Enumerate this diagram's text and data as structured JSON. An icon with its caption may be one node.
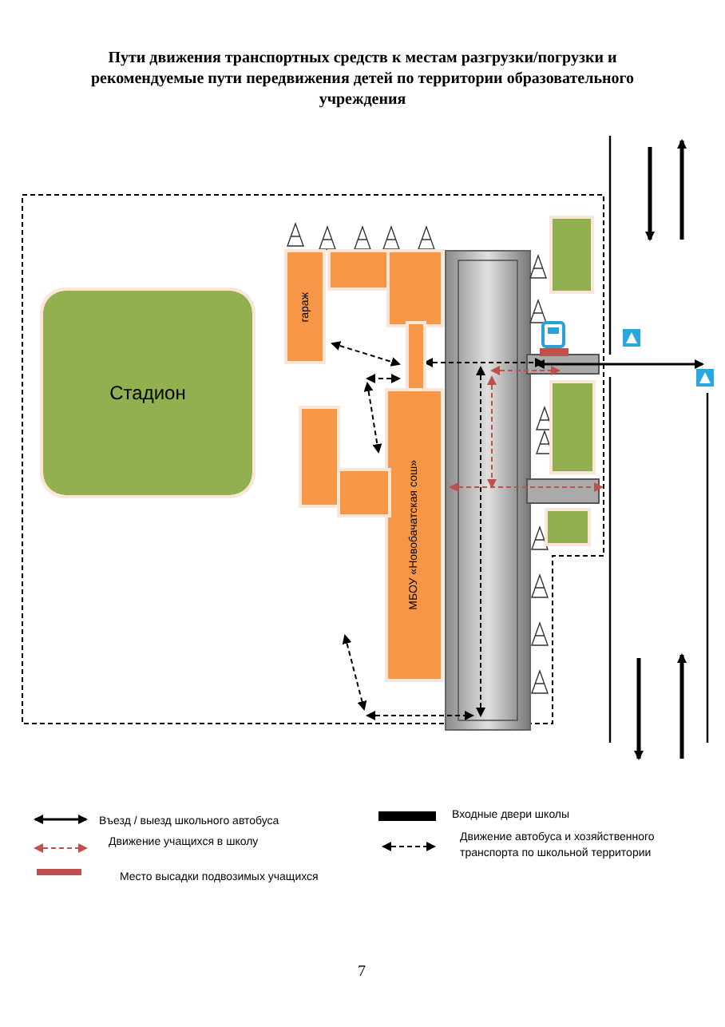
{
  "diagram": {
    "title": "Пути движения транспортных средств к местам разгрузки/погрузки и рекомендуемые пути передвижения детей по территории образовательного учреждения",
    "nodes": [
      {
        "text": [
          "Стадион"
        ]
      },
      {
        "text": [
          "гараж"
        ]
      },
      {
        "text": [],
        "shape": "box"
      },
      {
        "text": [],
        "shape": "box"
      },
      {
        "text": [],
        "shape": "box"
      },
      {
        "text": [
          "МБОУ «Новобачатская сош»"
        ]
      },
      {
        "text": [],
        "shape": "box"
      },
      {
        "text": [],
        "shape": "box"
      },
      {
        "text": [],
        "shape": "box"
      },
      {
        "text": [],
        "shape": "box"
      },
      {
        "text": [],
        "shape": "box"
      }
    ],
    "edges": [
      {
        "from": 1,
        "to": 4,
        "arrow": "both",
        "style": "dashed"
      },
      {
        "from": 4,
        "to": 5,
        "arrow": "both",
        "style": "dashed"
      },
      {
        "from": 4,
        "to": 9,
        "arrow": "both",
        "style": "dashed"
      },
      {
        "from": 5,
        "to": 9,
        "arrow": "both",
        "style": "dashed",
        "color": "#c0504d"
      }
    ],
    "labels": [
      "7"
    ],
    "legend": [
      {
        "text": "Въезд / выезд школьного автобуса"
      },
      {
        "text": "Входные двери школы",
        "color": "#000000"
      },
      {
        "text": "Движение учащихся в школу"
      },
      {
        "text": "Движение автобуса и хозяйственного транспорта по школьной территории"
      },
      {
        "text": "Место высадки подвозимых учащихся",
        "color": "#c0504d"
      }
    ]
  }
}
